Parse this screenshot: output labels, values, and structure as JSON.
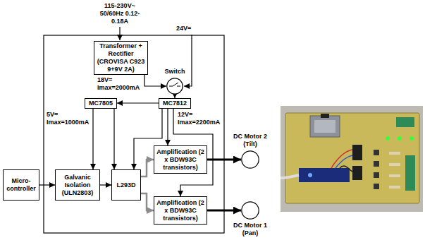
{
  "diagram": {
    "nodes": [
      {
        "text": [
          "Transformer + Rectifier (CROVISA C923 9+9V 2A)"
        ]
      },
      {
        "text": [
          "Switch"
        ]
      },
      {
        "text": [
          "MC7805"
        ]
      },
      {
        "text": [
          "MC7812"
        ]
      },
      {
        "text": [
          "Micro-controller"
        ]
      },
      {
        "text": [
          "Galvanic Isolation (ULN2803)"
        ]
      },
      {
        "text": [
          "L293D"
        ]
      },
      {
        "text": [
          "Amplification (2 x BDW93C transistors)"
        ]
      },
      {
        "text": [
          "Amplification (2 x BDW93C transistors)"
        ]
      },
      {
        "text": [
          "DC Motor 2 (Tilt)"
        ]
      },
      {
        "text": [
          "DC Motor 1 (Pan)"
        ]
      }
    ],
    "edges": [
      {
        "from": 0,
        "to": 1,
        "arrow": "to"
      },
      {
        "from": 1,
        "to": 3,
        "arrow": "to"
      },
      {
        "from": 3,
        "to": 2,
        "arrow": "to"
      },
      {
        "from": 2,
        "to": 5,
        "arrow": "to"
      },
      {
        "from": 2,
        "to": 6,
        "arrow": "to"
      },
      {
        "from": 3,
        "to": 6,
        "arrow": "to"
      },
      {
        "from": 3,
        "to": 7,
        "arrow": "to"
      },
      {
        "from": 3,
        "to": 8,
        "arrow": "to"
      },
      {
        "from": 4,
        "to": 5,
        "arrow": "to"
      },
      {
        "from": 5,
        "to": 6,
        "arrow": "to"
      },
      {
        "from": 6,
        "to": 7,
        "arrow": "to"
      },
      {
        "from": 6,
        "to": 8,
        "arrow": "to"
      },
      {
        "from": 7,
        "to": 9,
        "arrow": "to"
      },
      {
        "from": 8,
        "to": 10,
        "arrow": "to"
      }
    ],
    "labels": [
      "115-230V~ 50/60Hz 0.12-0.18A",
      "24V=",
      "18V= Imax=2000mA",
      "5V= Imax=1000mA",
      "12V= Imax=2200mA"
    ]
  }
}
